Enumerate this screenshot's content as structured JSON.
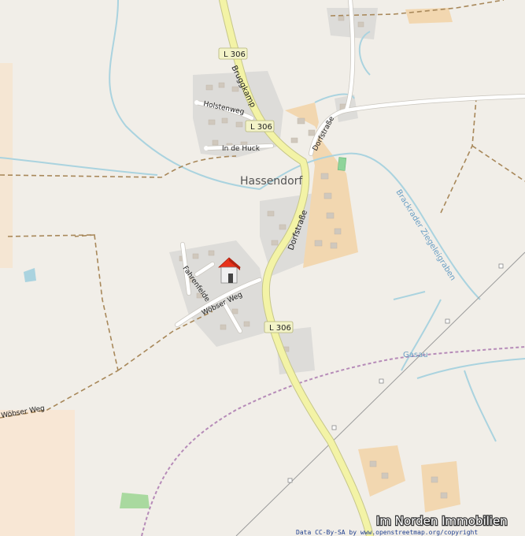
{
  "map": {
    "labels": {
      "l306": "L 306",
      "bruggkamp": "Bruggkamp",
      "holstenweg": "Holstenweg",
      "in_de_huck": "In de Huck",
      "dorfstrasse": "Dorfstraße",
      "hassendorf": "Hassendorf",
      "fahrenfelde": "Fahrenfelde",
      "wobser_weg": "Wöbser Weg",
      "brackrader": "Brackrader Ziegeleigraben",
      "gasau": "Gasau"
    },
    "attribution": "Data CC-By-SA by www.openstreetmap.org/copyright",
    "watermark": "Im Norden Immobilien",
    "marker": "house-icon"
  },
  "colors": {
    "land": "#f1eee8",
    "residential": "#dcdcdc",
    "built_up": "#f2d7b0",
    "road_primary": "#f1f3a4",
    "water": "#aad3df",
    "meadow": "#a9d99f"
  }
}
